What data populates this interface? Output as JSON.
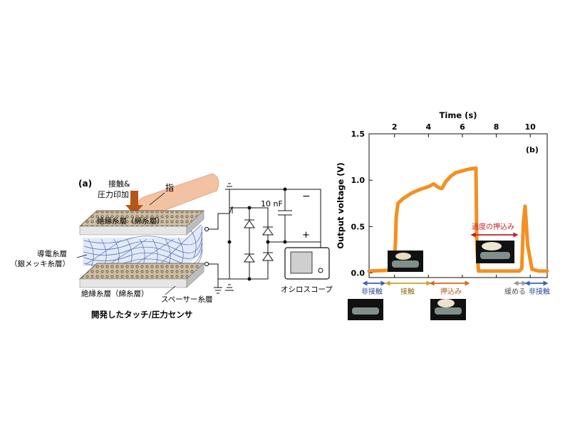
{
  "panel_a": {
    "label": "(a)",
    "press_label_1": "接触&",
    "press_label_2": "圧力印加",
    "finger_label": "指",
    "top_layer_label": "絶縁糸層（綿糸層）",
    "conductive_label_1": "導電糸層",
    "conductive_label_2": "（銀メッキ糸層）",
    "bottom_layer_label": "絶縁糸層（綿糸層）",
    "spacer_label": "スペーサー糸層",
    "capacitor_label": "10 nF",
    "minus_label": "−",
    "plus_label": "+",
    "oscilloscope_label": "オシロスコープ",
    "caption": "開発したタッチ/圧力センサ"
  },
  "panel_b": {
    "label": "(b)",
    "phases": {
      "non_contact_1": "非接触",
      "contact": "接触",
      "press": "押込み",
      "excessive_press": "過度の押込み",
      "release": "緩める",
      "non_contact_2": "非接触"
    }
  },
  "colors": {
    "trace": "#f39020",
    "press_arrow": "#b4561a",
    "finger": "#f2c2a2",
    "mesh": "#2c4fa6",
    "arrow_blue": "#3a63b8",
    "arrow_gold": "#c9a227",
    "arrow_orange": "#d2691e",
    "arrow_red": "#c0202a",
    "arrow_gray": "#9a9a9a"
  },
  "chart_data": {
    "type": "line",
    "xlabel": "Time (s)",
    "ylabel": "Output voltage (V)",
    "x_ticks": [
      2,
      4,
      6,
      8,
      10
    ],
    "y_ticks": [
      0.0,
      0.5,
      1.0,
      1.5
    ],
    "x_tick_labels": [
      "2",
      "4",
      "6",
      "8",
      "10"
    ],
    "y_tick_labels": [
      "0.0",
      "0.5",
      "1.0",
      "1.5"
    ],
    "xlim": [
      0.5,
      11.0
    ],
    "ylim": [
      -0.05,
      1.5
    ],
    "x_axis_position": "top",
    "grid": false,
    "series": [
      {
        "x": [
          0.5,
          1.8,
          1.95,
          2.05,
          2.1,
          2.2,
          2.5,
          3.0,
          3.5,
          4.0,
          4.3,
          4.6,
          4.8,
          5.0,
          5.3,
          5.6,
          6.0,
          6.4,
          6.8,
          6.85,
          6.95,
          7.2,
          9.0,
          9.35,
          9.5,
          9.6,
          9.7,
          9.85,
          10.1,
          10.5,
          11.0
        ],
        "y": [
          0.02,
          0.03,
          0.05,
          0.3,
          0.6,
          0.75,
          0.8,
          0.86,
          0.9,
          0.93,
          0.96,
          0.92,
          0.91,
          0.98,
          1.04,
          1.08,
          1.1,
          1.12,
          1.13,
          0.3,
          0.02,
          0.02,
          0.02,
          0.02,
          0.05,
          0.55,
          0.72,
          0.3,
          0.04,
          0.02,
          0.02
        ]
      }
    ]
  }
}
